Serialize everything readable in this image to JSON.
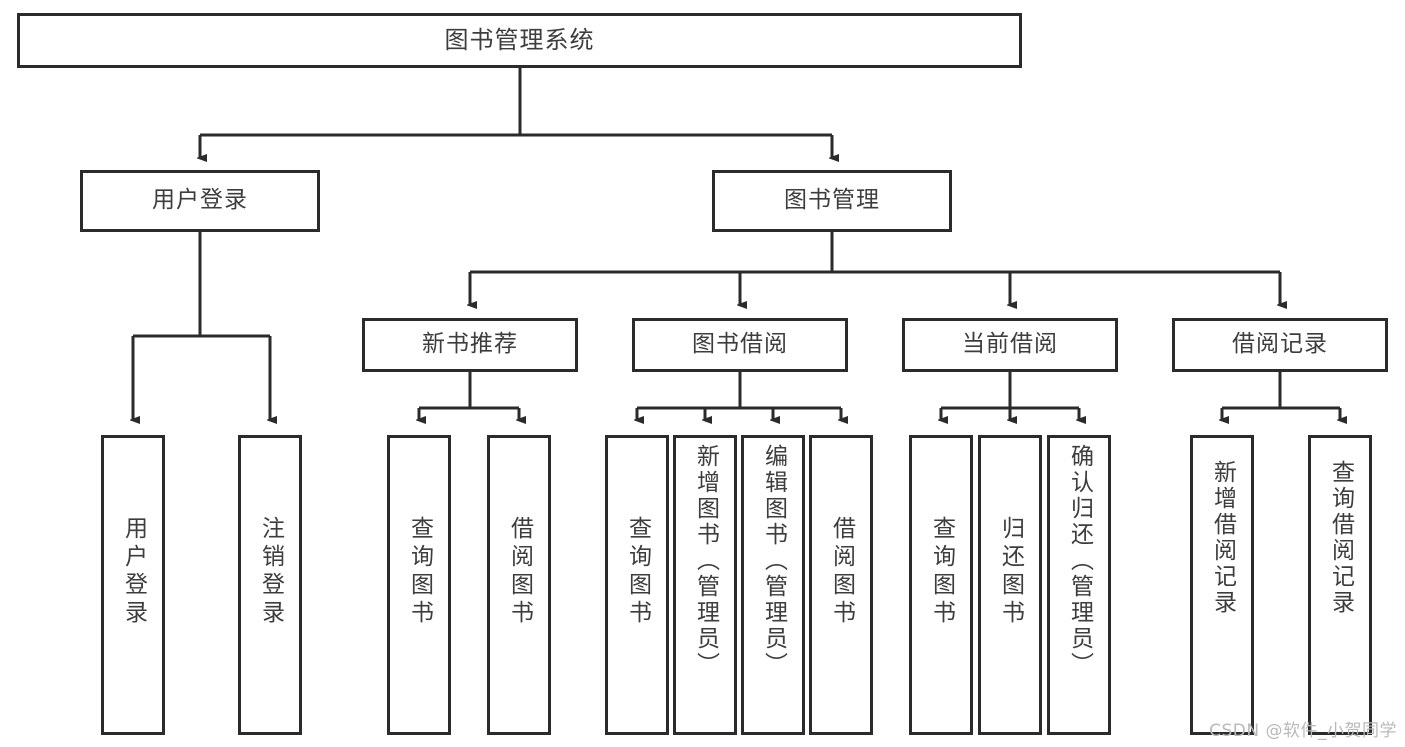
{
  "diagram": {
    "type": "tree-hierarchy",
    "title": "图书管理系统",
    "root": {
      "label": "图书管理系统"
    },
    "level2": [
      {
        "label": "用户登录"
      },
      {
        "label": "图书管理"
      }
    ],
    "level3": [
      {
        "label": "新书推荐"
      },
      {
        "label": "图书借阅"
      },
      {
        "label": "当前借阅"
      },
      {
        "label": "借阅记录"
      }
    ],
    "leaves": {
      "user_login": [
        {
          "label": "用户登录"
        },
        {
          "label": "注销登录"
        }
      ],
      "new_book_recommend": [
        {
          "label": "查询图书"
        },
        {
          "label": "借阅图书"
        }
      ],
      "book_borrow": [
        {
          "label": "查询图书"
        },
        {
          "label": "新增图书（管理员）"
        },
        {
          "label": "编辑图书（管理员）"
        },
        {
          "label": "借阅图书"
        }
      ],
      "current_borrow": [
        {
          "label": "查询图书"
        },
        {
          "label": "归还图书"
        },
        {
          "label": "确认归还（管理员）"
        }
      ],
      "borrow_record": [
        {
          "label": "新增借阅记录"
        },
        {
          "label": "查询借阅记录"
        }
      ]
    }
  },
  "watermark": {
    "text": "CSDN @软件_小贺同学"
  },
  "colors": {
    "background": "#ffffff",
    "border": "#2b2b2b",
    "text": "#3d3d3d",
    "watermark": "#b9b9b9"
  }
}
